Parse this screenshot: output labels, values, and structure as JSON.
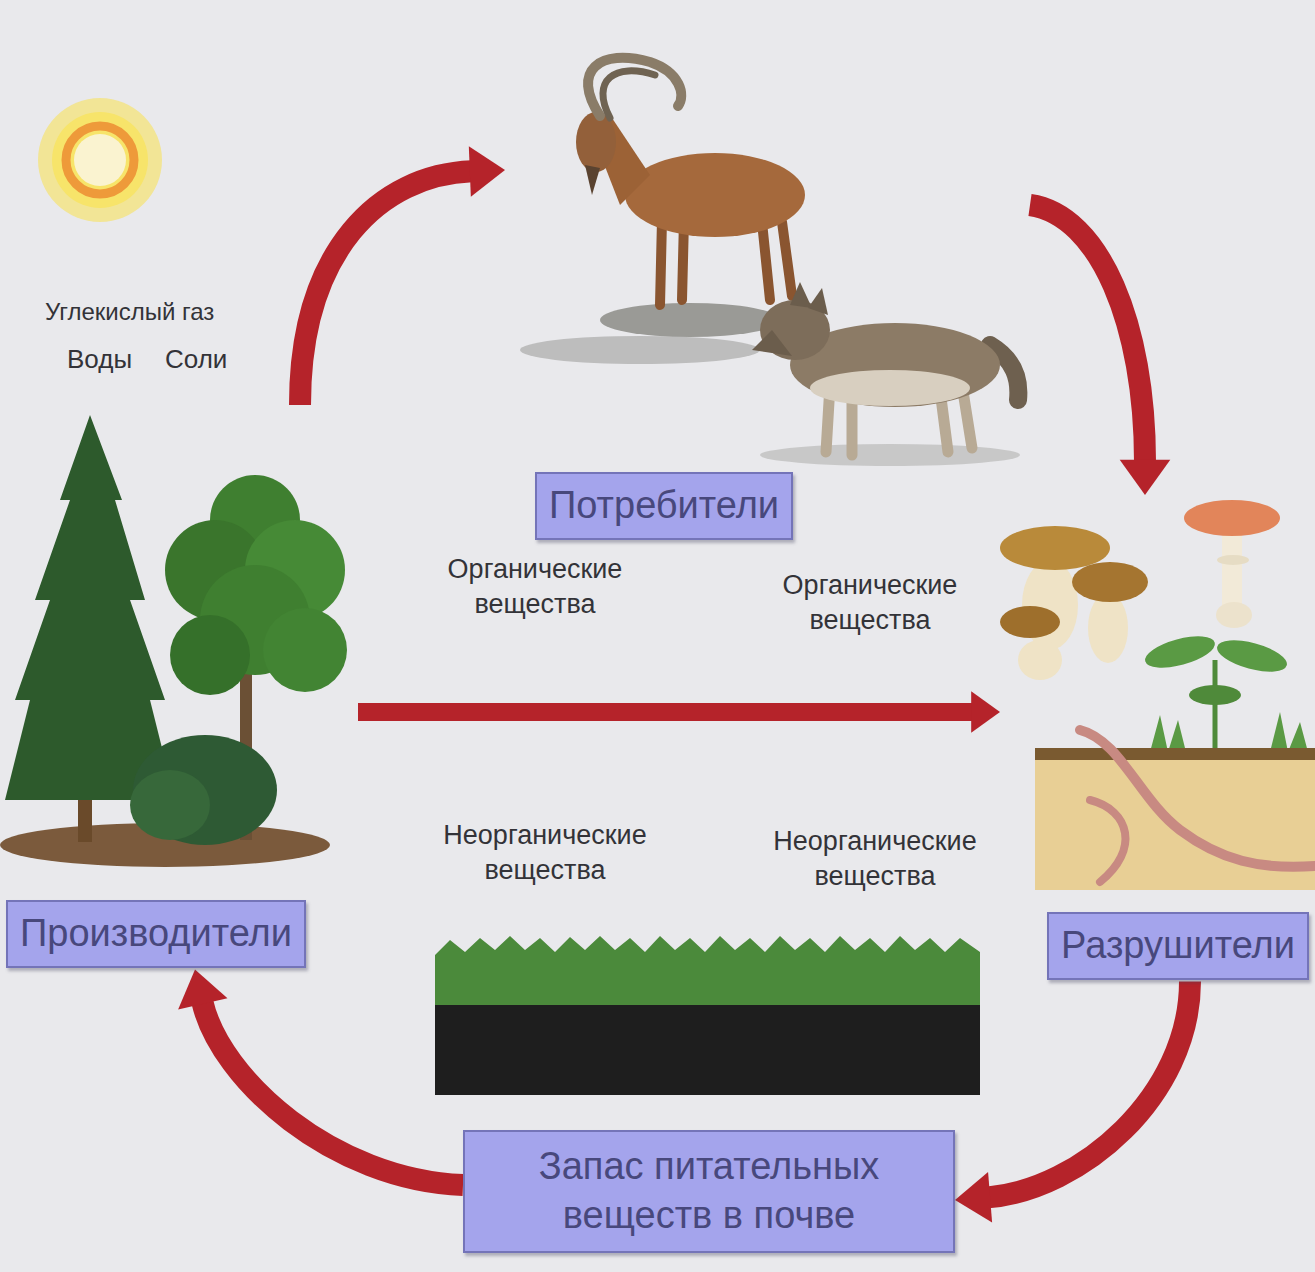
{
  "diagram": {
    "nodes": [
      {
        "text": [
          "Потребители"
        ]
      },
      {
        "text": [
          "Производители"
        ]
      },
      {
        "text": [
          "Разрушители"
        ]
      },
      {
        "text": [
          "Запас питательных веществ в почве"
        ]
      }
    ],
    "edges": [
      {
        "from": 1,
        "to": 0,
        "arrow": "to"
      },
      {
        "from": 0,
        "to": 2,
        "arrow": "to"
      },
      {
        "from": 1,
        "to": 2,
        "arrow": "to"
      },
      {
        "from": 2,
        "to": 3,
        "arrow": "to"
      },
      {
        "from": 3,
        "to": 1,
        "arrow": "to"
      }
    ],
    "labels": [
      "Углекислый газ",
      "Воды",
      "Соли",
      "Органические вещества",
      "Органические вещества",
      "Неорганические вещества",
      "Неорганические вещества"
    ]
  }
}
